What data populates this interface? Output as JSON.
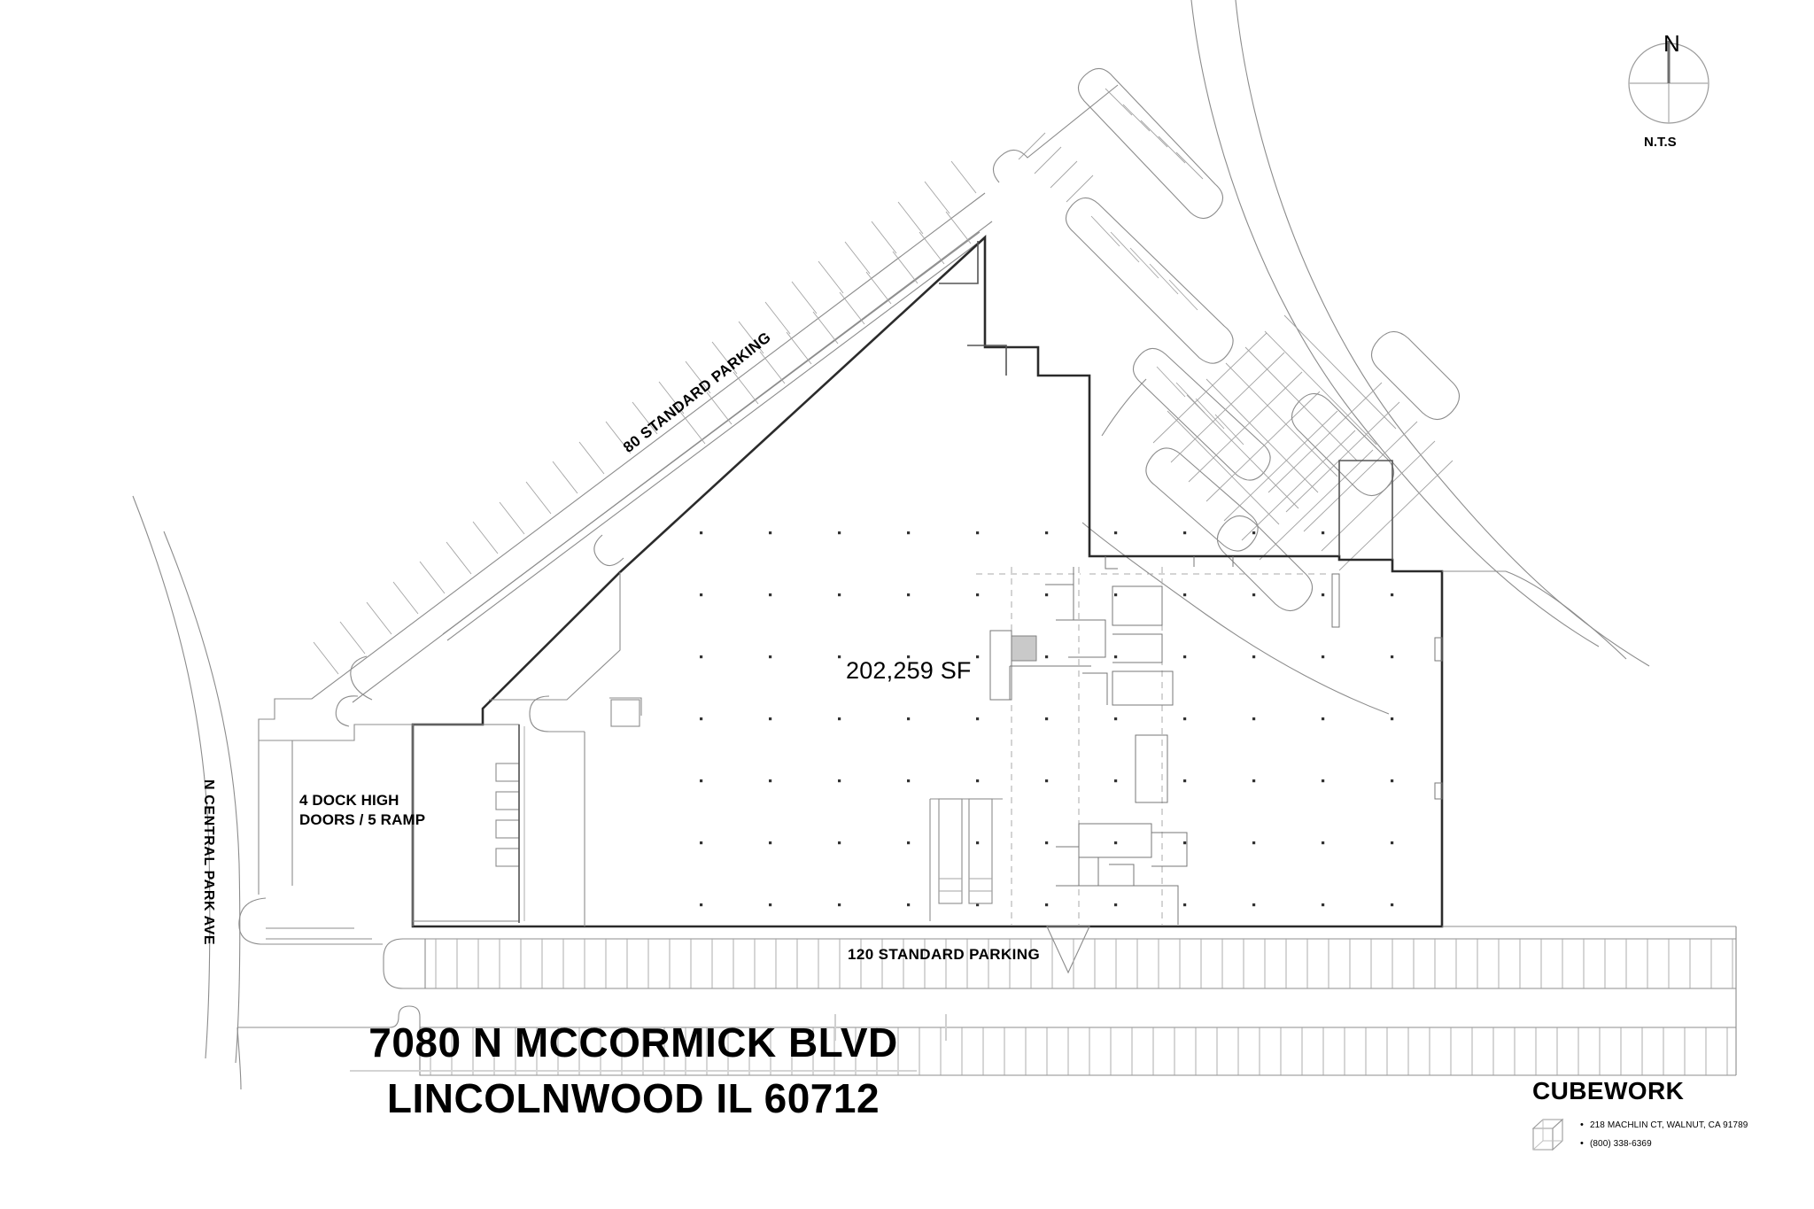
{
  "sheet": {
    "background_color": "#ffffff",
    "line_color": "#8c8c8c",
    "heavy_line_color": "#1a1a1a",
    "text_color": "#000000"
  },
  "compass": {
    "north_label": "N",
    "scale_label": "N.T.S"
  },
  "annotations": {
    "building_area": "202,259 SF",
    "dock_note": "4 DOCK HIGH\nDOORS / 5 RAMP",
    "parking_north": "80 STANDARD PARKING",
    "parking_south": "120 STANDARD PARKING",
    "street_west": "N CENTRAL PARK AVE"
  },
  "title_block": {
    "line1": "7080 N MCCORMICK BLVD",
    "line2": "LINCOLNWOOD IL 60712"
  },
  "branding": {
    "company": "CUBEWORK",
    "logo_icon": "cube-icon",
    "address": "218 MACHLIN CT, WALNUT, CA 91789",
    "phone": "(800) 338-6369",
    "bullet": "•"
  }
}
